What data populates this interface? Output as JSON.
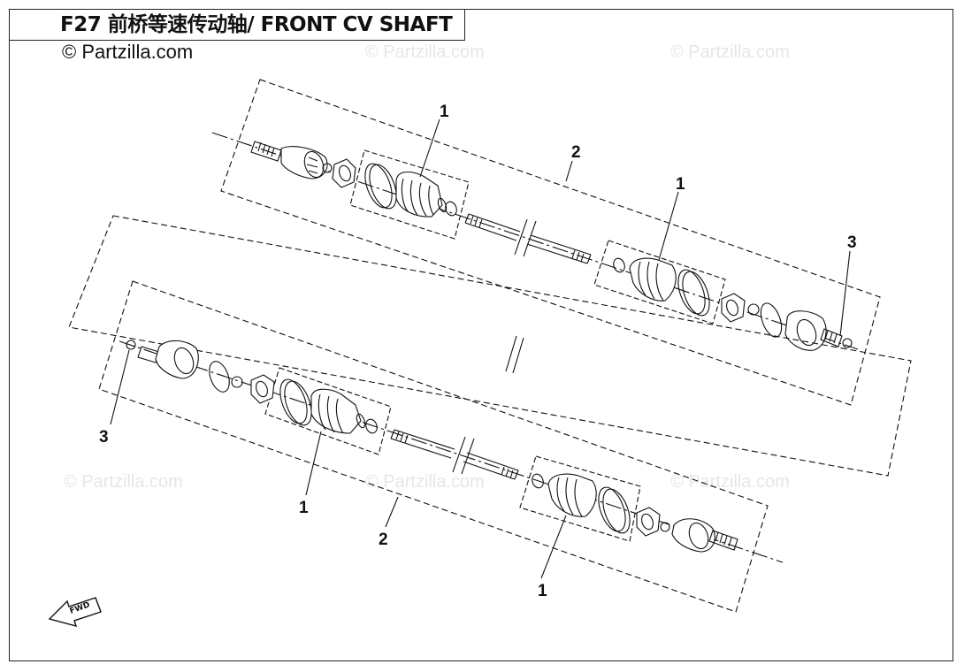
{
  "title": "F27 前桥等速传动轴/ FRONT CV SHAFT",
  "copyright": "© Partzilla.com",
  "watermarks": [
    "© Partzilla.com",
    "© Partzilla.com",
    "© Partzilla.com",
    "© Partzilla.com",
    "© Partzilla.com"
  ],
  "callouts": {
    "upper_boot_kit_1": "1",
    "upper_shaft_2": "2",
    "upper_boot_kit_right_1": "1",
    "upper_clip_3": "3",
    "lower_clip_3": "3",
    "lower_boot_kit_1": "1",
    "lower_shaft_2": "2",
    "lower_boot_kit_right_1": "1"
  },
  "fwd_label": "FWD"
}
